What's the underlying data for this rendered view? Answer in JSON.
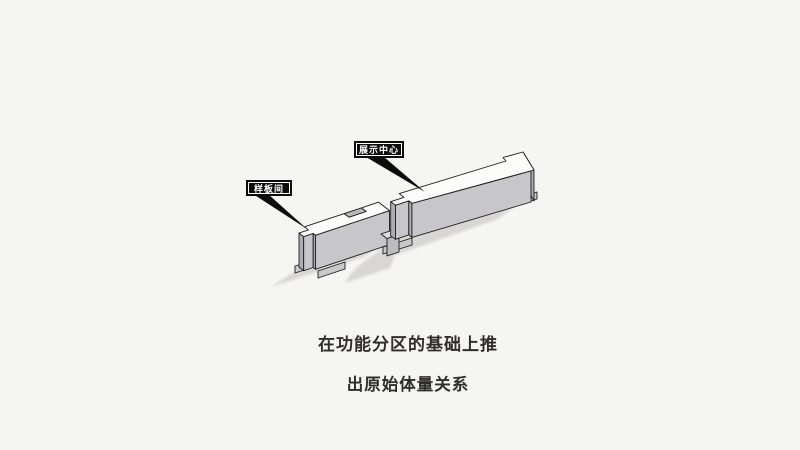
{
  "slide": {
    "type": "presentation-slide",
    "caption": {
      "line1": "在功能分区的基础上推",
      "line2": "出原始体量关系"
    }
  },
  "model": {
    "description": "axonometric-massing-model-two-volumes",
    "labels": [
      {
        "id": "exhibition-center",
        "text": "展示中心"
      },
      {
        "id": "sample-room",
        "text": "样板间"
      }
    ]
  },
  "colors": {
    "background": "#f5f5f3",
    "top_face": "#fcfcfb",
    "front_face": "#c7c6ca",
    "side_face": "#aeadb3",
    "notch_face": "#b9b8bd",
    "plinth": "#c9c8cc",
    "gap_top": "#dcdbdf",
    "gap_front": "#bcbbc0",
    "shadow": "#d8d7d4",
    "outline": "#1d1d1d",
    "label_bg": "#0c0c0c",
    "label_border": "#ffffff",
    "label_text": "#ffffff",
    "caption_text": "#2f2e2c"
  }
}
